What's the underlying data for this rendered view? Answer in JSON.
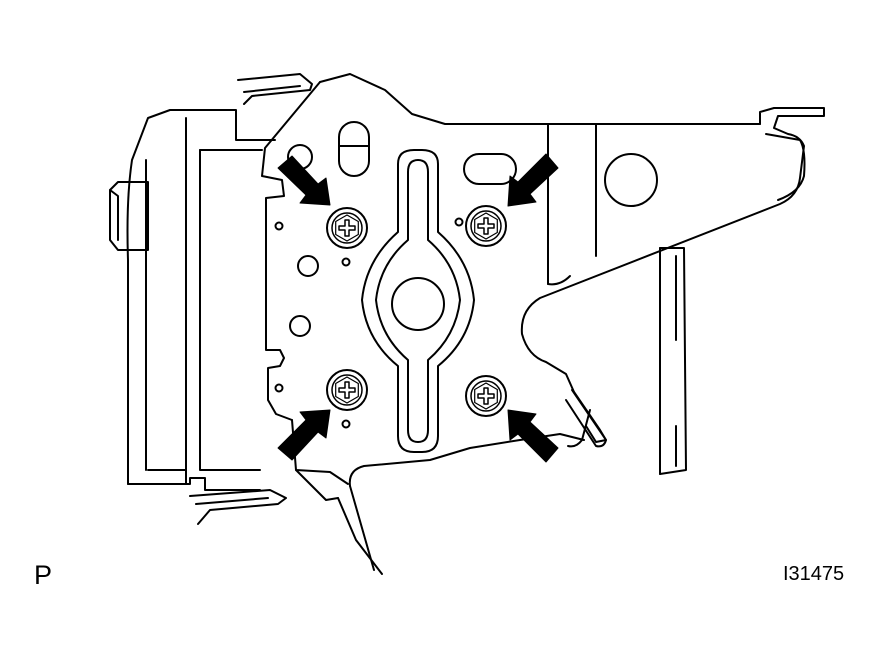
{
  "view_label": "P",
  "figure_id": "I31475",
  "colors": {
    "ink": "#000000",
    "paper": "#ffffff"
  },
  "screws": [
    {
      "name": "screw-upper-left",
      "head": "phillips-head-icon"
    },
    {
      "name": "screw-upper-right",
      "head": "phillips-head-icon"
    },
    {
      "name": "screw-lower-left",
      "head": "phillips-head-icon"
    },
    {
      "name": "screw-lower-right",
      "head": "phillips-head-icon"
    }
  ],
  "arrows": [
    {
      "name": "arrow-upper-left",
      "points_to": "screw-upper-left"
    },
    {
      "name": "arrow-upper-right",
      "points_to": "screw-upper-right"
    },
    {
      "name": "arrow-lower-left",
      "points_to": "screw-lower-left"
    },
    {
      "name": "arrow-lower-right",
      "points_to": "screw-lower-right"
    }
  ]
}
